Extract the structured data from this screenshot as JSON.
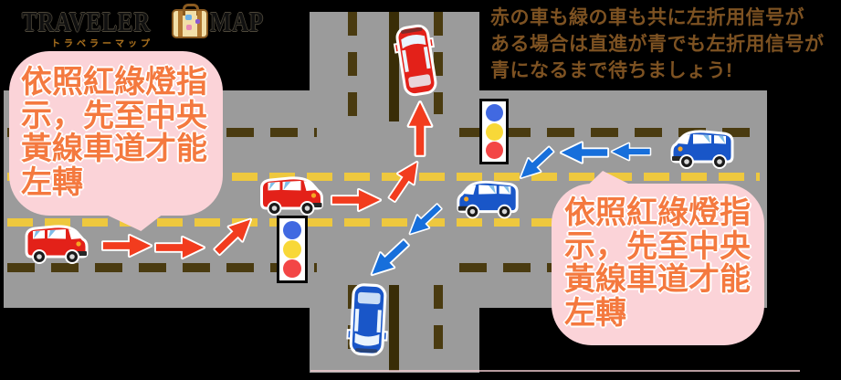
{
  "logo": {
    "brand_left": "TRAVELER",
    "brand_right": "MAP",
    "subtitle": "トラベラーマップ"
  },
  "jp_note": {
    "lines": [
      "赤の車も緑の車も共に左折用信号が",
      "ある場合は直進が青でも左折用信号が",
      "青になるまで待ちましょう!"
    ]
  },
  "bubble_left": {
    "lines": [
      "依照紅綠燈指",
      "示，先至中央",
      "黃線車道才能",
      "左轉"
    ]
  },
  "bubble_right": {
    "lines": [
      "依照紅綠燈指",
      "示，先至中央",
      "黃線車道才能",
      "左轉"
    ]
  },
  "traffic_light": {
    "lamp_order": [
      "blue",
      "yellow",
      "red"
    ]
  },
  "colors": {
    "background": "#000000",
    "road": "#9b9b9b",
    "lane_dark": "#4a3b10",
    "lane_yellow": "#eec83e",
    "center_line": "#392d07",
    "arrow_red": "#f23c1e",
    "arrow_blue": "#176fdb",
    "van_red": "#e32119",
    "van_blue": "#1956c8",
    "bubble_pink": "#fbd3d8",
    "bubble_text": "#f4793f",
    "note_text": "#7d5222",
    "signal_blue": "#4169e1",
    "signal_yellow": "#f8d838",
    "signal_red": "#f34646"
  }
}
